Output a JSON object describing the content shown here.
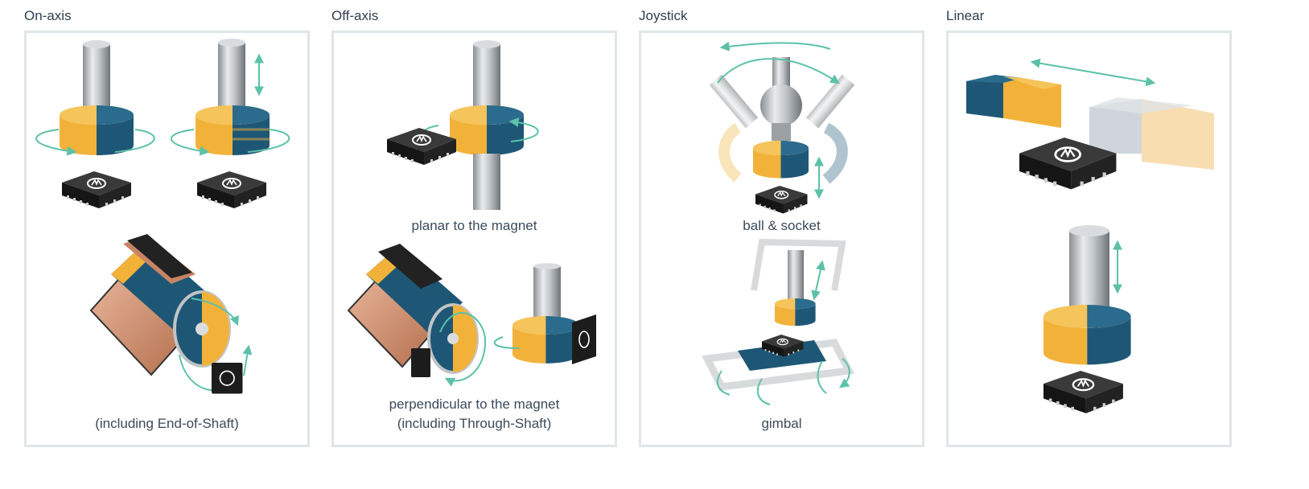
{
  "sections": [
    {
      "title": "On-axis",
      "captions": [
        "(including End-of-Shaft)"
      ]
    },
    {
      "title": "Off-axis",
      "captions": [
        "planar to the magnet",
        "perpendicular to the magnet",
        "(including Through-Shaft)"
      ]
    },
    {
      "title": "Joystick",
      "captions": [
        "ball & socket",
        "gimbal"
      ]
    },
    {
      "title": "Linear",
      "captions": []
    }
  ],
  "colors": {
    "magnet_yellow": "#f2b23a",
    "magnet_blue": "#1e5776",
    "arrow_teal": "#5cc1a8",
    "chip_black": "#1c1c1c",
    "shaft_silver": "#b8bcbf",
    "copper": "#d7977a",
    "panel_border": "#dfe5e8"
  },
  "icons": [
    "magnet-icon",
    "shaft-icon",
    "sensor-chip-icon",
    "rotation-arrow-icon",
    "linear-arrow-icon",
    "motor-icon",
    "ball-joint-icon",
    "gimbal-frame-icon"
  ]
}
